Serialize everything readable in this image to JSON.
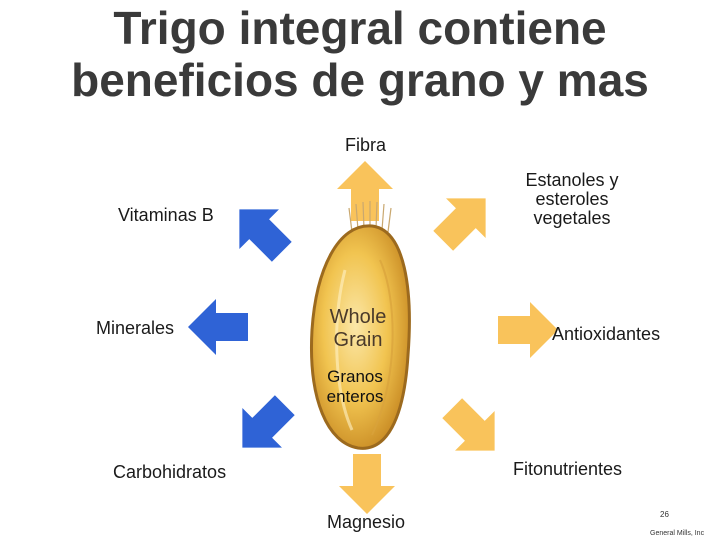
{
  "title": {
    "line1": "Trigo integral contiene",
    "line2": "beneficios de grano y mas"
  },
  "center": {
    "logo_line1": "Whole",
    "logo_line2": "Grain",
    "caption_line1": "Granos",
    "caption_line2": "enteros"
  },
  "benefits": {
    "fibra": "Fibra",
    "estanoles_line1": "Estanoles y",
    "estanoles_line2": "esteroles",
    "estanoles_line3": "vegetales",
    "vitaminas": "Vitaminas B",
    "minerales": "Minerales",
    "antioxidantes": "Antioxidantes",
    "carbohidratos": "Carbohidratos",
    "fitonutrientes": "Fitonutrientes",
    "magnesio": "Magnesio"
  },
  "footer": {
    "page_number": "26",
    "credit": "General Mills, Inc"
  },
  "colors": {
    "arrow_yellow": "#F9C35B",
    "arrow_blue": "#2F63D6",
    "grain_fill": "#F1C450",
    "grain_outline": "#9C6A1E"
  },
  "icons": {
    "grain": "wheat-kernel-icon",
    "arrows": "arrow-icon"
  }
}
